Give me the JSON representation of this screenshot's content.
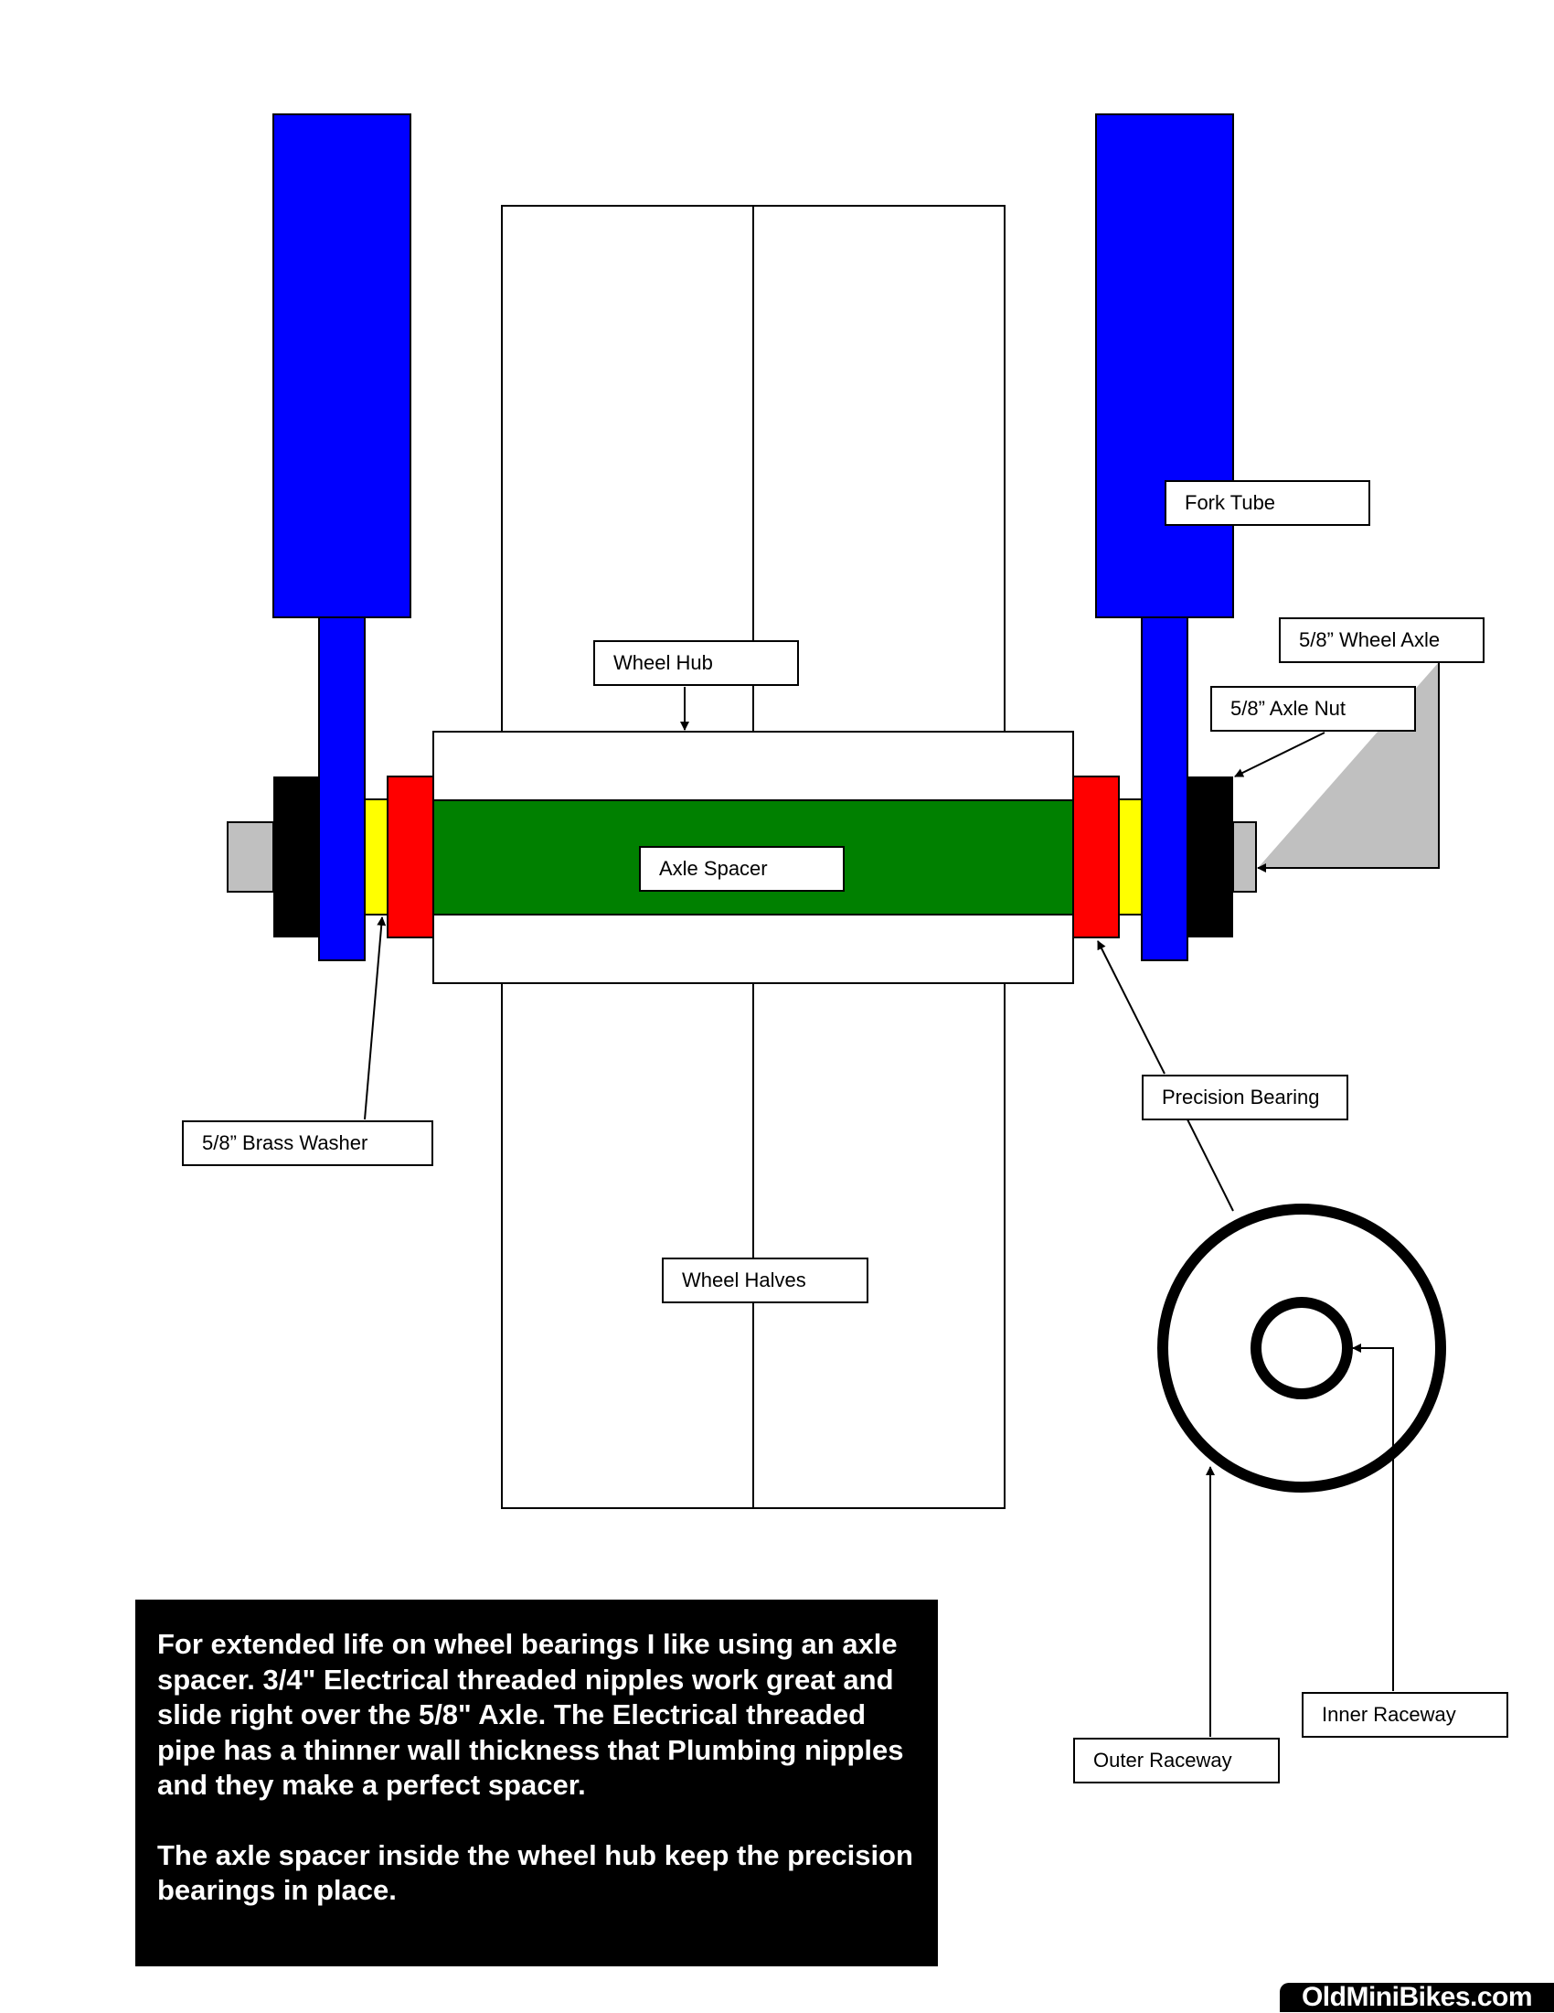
{
  "labels": {
    "fork_tube": "Fork Tube",
    "wheel_axle": "5/8” Wheel Axle",
    "axle_nut": "5/8” Axle Nut",
    "wheel_hub": "Wheel Hub",
    "axle_spacer": "Axle Spacer",
    "brass_washer": "5/8” Brass Washer",
    "precision_bearing": "Precision Bearing",
    "wheel_halves": "Wheel Halves",
    "inner_raceway": "Inner Raceway",
    "outer_raceway": "Outer Raceway"
  },
  "note": {
    "paragraph1": "For extended life on wheel bearings I like using an axle spacer. 3/4\" Electrical threaded nipples work great and slide right over the 5/8\" Axle. The Electrical threaded pipe has a thinner wall thickness that Plumbing nipples and they make a perfect spacer.",
    "paragraph2": "The axle spacer inside the wheel hub keep the precision bearings in place."
  },
  "watermark": "OldMiniBikes.com",
  "colors": {
    "fork_tube": "#0000ff",
    "axle_spacer": "#008000",
    "precision_bearing": "#ff0000",
    "brass_washer": "#ffff00",
    "axle_nut": "#000000",
    "wheel_axle": "#c0c0c0"
  }
}
